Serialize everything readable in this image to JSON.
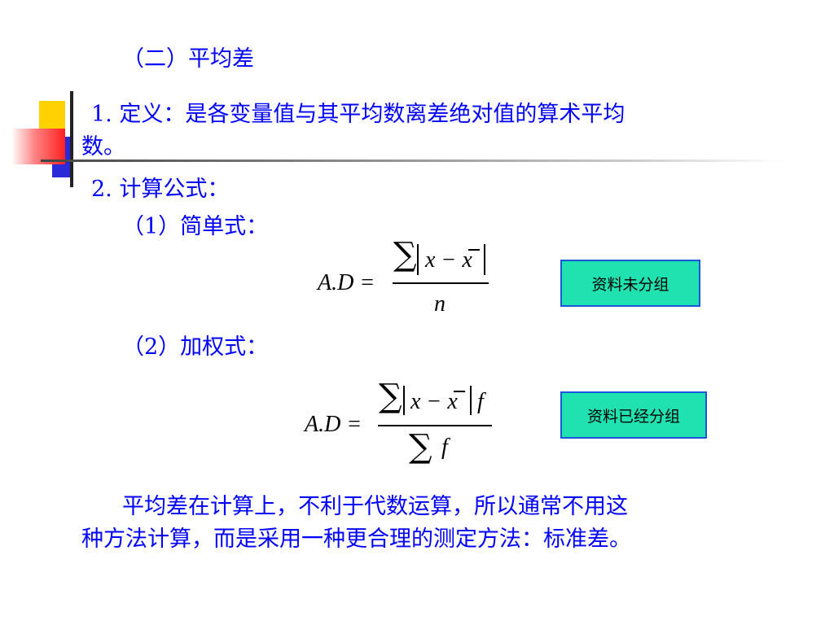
{
  "heading": "（二）平均差",
  "definition": {
    "line1": "1. 定义：是各变量值与其平均数离差绝对值的算术平均",
    "line2": "数。"
  },
  "formula_heading": "2. 计算公式：",
  "simple": {
    "label": "（1）简单式：",
    "lhs": "A.D =",
    "sigma": "∑",
    "numerator": "x − x",
    "denominator": "n",
    "note": "资料未分组"
  },
  "weighted": {
    "label": "（2）加权式：",
    "lhs": "A.D =",
    "sigma": "∑",
    "numerator": "x − x",
    "num_factor": "f",
    "denominator": "f",
    "note": "资料已经分组"
  },
  "conclusion": {
    "line1": "平均差在计算上，不利于代数运算，所以通常不用这",
    "line2": "种方法计算，而是采用一种更合理的测定方法：标准差。"
  },
  "colors": {
    "text": "#0000FF",
    "note_fill": "#1FE2B0",
    "note_border": "#1A57D8"
  }
}
